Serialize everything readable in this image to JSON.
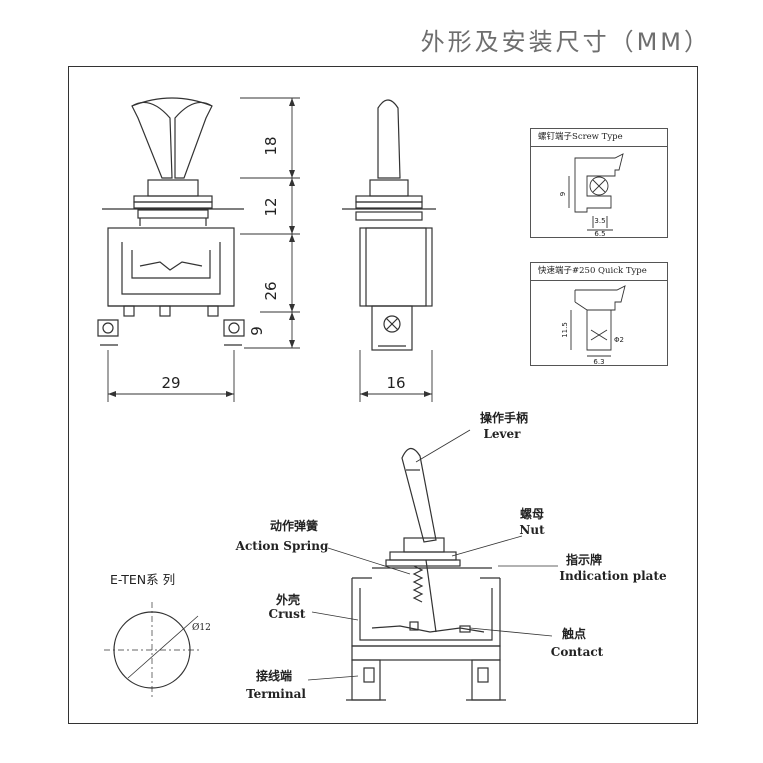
{
  "title": "外形及安装尺寸（MM）",
  "dimensions": {
    "height_lever": "18",
    "height_bushing": "12",
    "height_body": "26",
    "height_terminal": "9",
    "width_front": "29",
    "width_side": "16"
  },
  "screw_type": {
    "label": "螺钉端子Screw Type",
    "dim_h": "9",
    "dim_w1": "3.5",
    "dim_w2": "6.5"
  },
  "quick_type": {
    "label": "快速端子#250 Quick Type",
    "dim_h": "11.5",
    "dim_w": "6.3",
    "dim_d": "Φ2"
  },
  "series": {
    "label": "E-TEN系 列",
    "hole": "Ø12"
  },
  "parts": {
    "lever_cn": "操作手柄",
    "lever_en": "Lever",
    "nut_cn": "螺母",
    "nut_en": "Nut",
    "spring_cn": "动作弹簧",
    "spring_en": "Action Spring",
    "plate_cn": "指示牌",
    "plate_en": "Indication plate",
    "crust_cn": "外壳",
    "crust_en": "Crust",
    "contact_cn": "触点",
    "contact_en": "Contact",
    "terminal_cn": "接线端",
    "terminal_en": "Terminal"
  }
}
